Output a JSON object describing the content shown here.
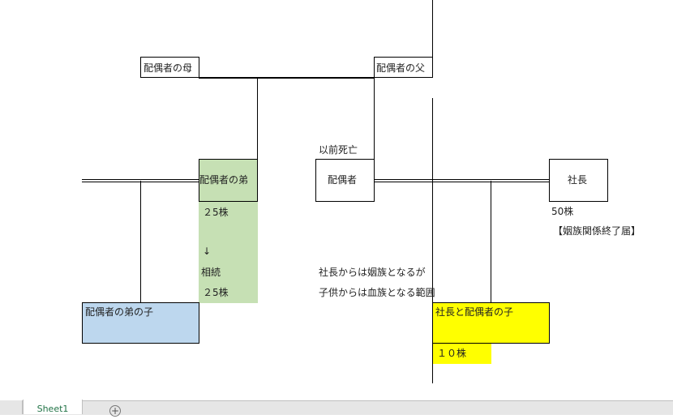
{
  "diagram": {
    "nodes": {
      "spouse_mother": {
        "label": "配偶者の母"
      },
      "spouse_father": {
        "label": "配偶者の父"
      },
      "spouse_brother": {
        "label": "配偶者の弟",
        "shares": "２5株",
        "arrow": "↓",
        "inherit_label": "相続",
        "inherit_shares": "２5株",
        "fill": "#c6e0b4"
      },
      "spouse": {
        "label": "配偶者",
        "note": "以前死亡"
      },
      "president": {
        "label": "社長",
        "shares": "50株",
        "note": "【姻族関係終了届】"
      },
      "brother_child": {
        "label": "配偶者の弟の子",
        "fill": "#bdd7ee"
      },
      "president_spouse_child": {
        "label": "社長と配偶者の子",
        "shares": "１０株",
        "fill": "#ffff00"
      }
    },
    "annotation": {
      "line1": "社長からは姻族となるが",
      "line2": "子供からは血族となる範囲"
    }
  },
  "sheet_tabs": {
    "active": "Sheet1",
    "add_icon": "plus-circle-icon"
  }
}
